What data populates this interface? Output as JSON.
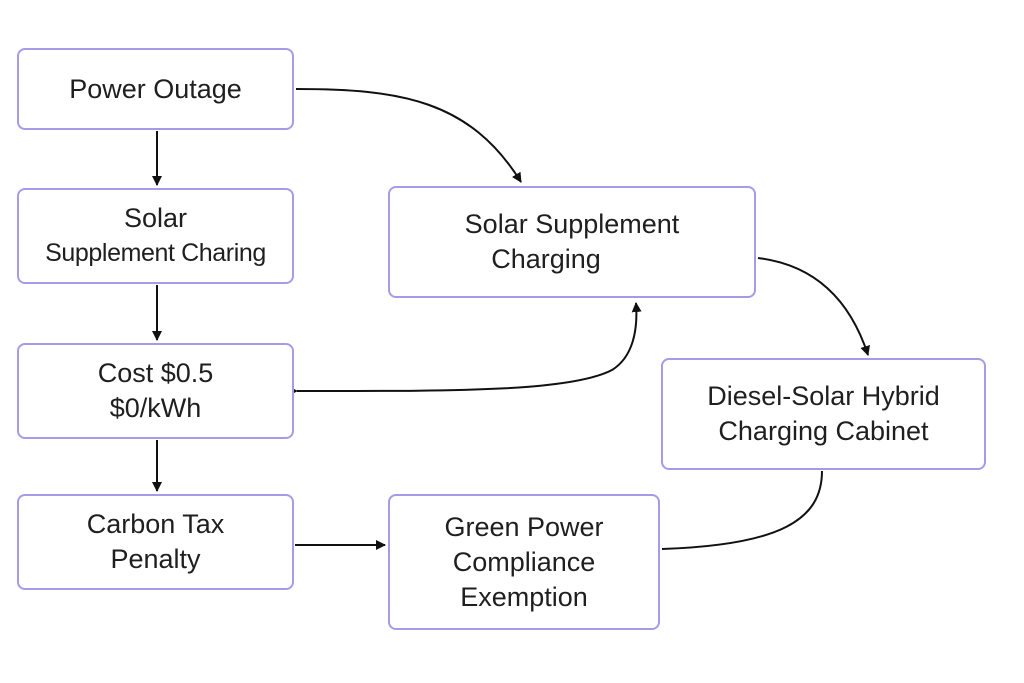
{
  "nodes": {
    "power_outage": {
      "lines": [
        "Power Outage"
      ]
    },
    "solar_left": {
      "lines": [
        "Solar",
        "Supplement Charing"
      ]
    },
    "cost": {
      "lines": [
        "Cost $0.5",
        "$0/kWh"
      ]
    },
    "carbon": {
      "lines": [
        "Carbon Tax",
        "Penalty"
      ]
    },
    "solar_right": {
      "lines": [
        "Solar Supplement",
        "Charging"
      ]
    },
    "hybrid": {
      "lines": [
        "Diesel-Solar Hybrid",
        "Charging Cabinet"
      ]
    },
    "green": {
      "lines": [
        "Green Power",
        "Compliance",
        "Exemption"
      ]
    }
  },
  "colors": {
    "node_border": "#a99ae8",
    "arrow": "#111111",
    "text": "#1f1f1f",
    "background": "#ffffff"
  }
}
